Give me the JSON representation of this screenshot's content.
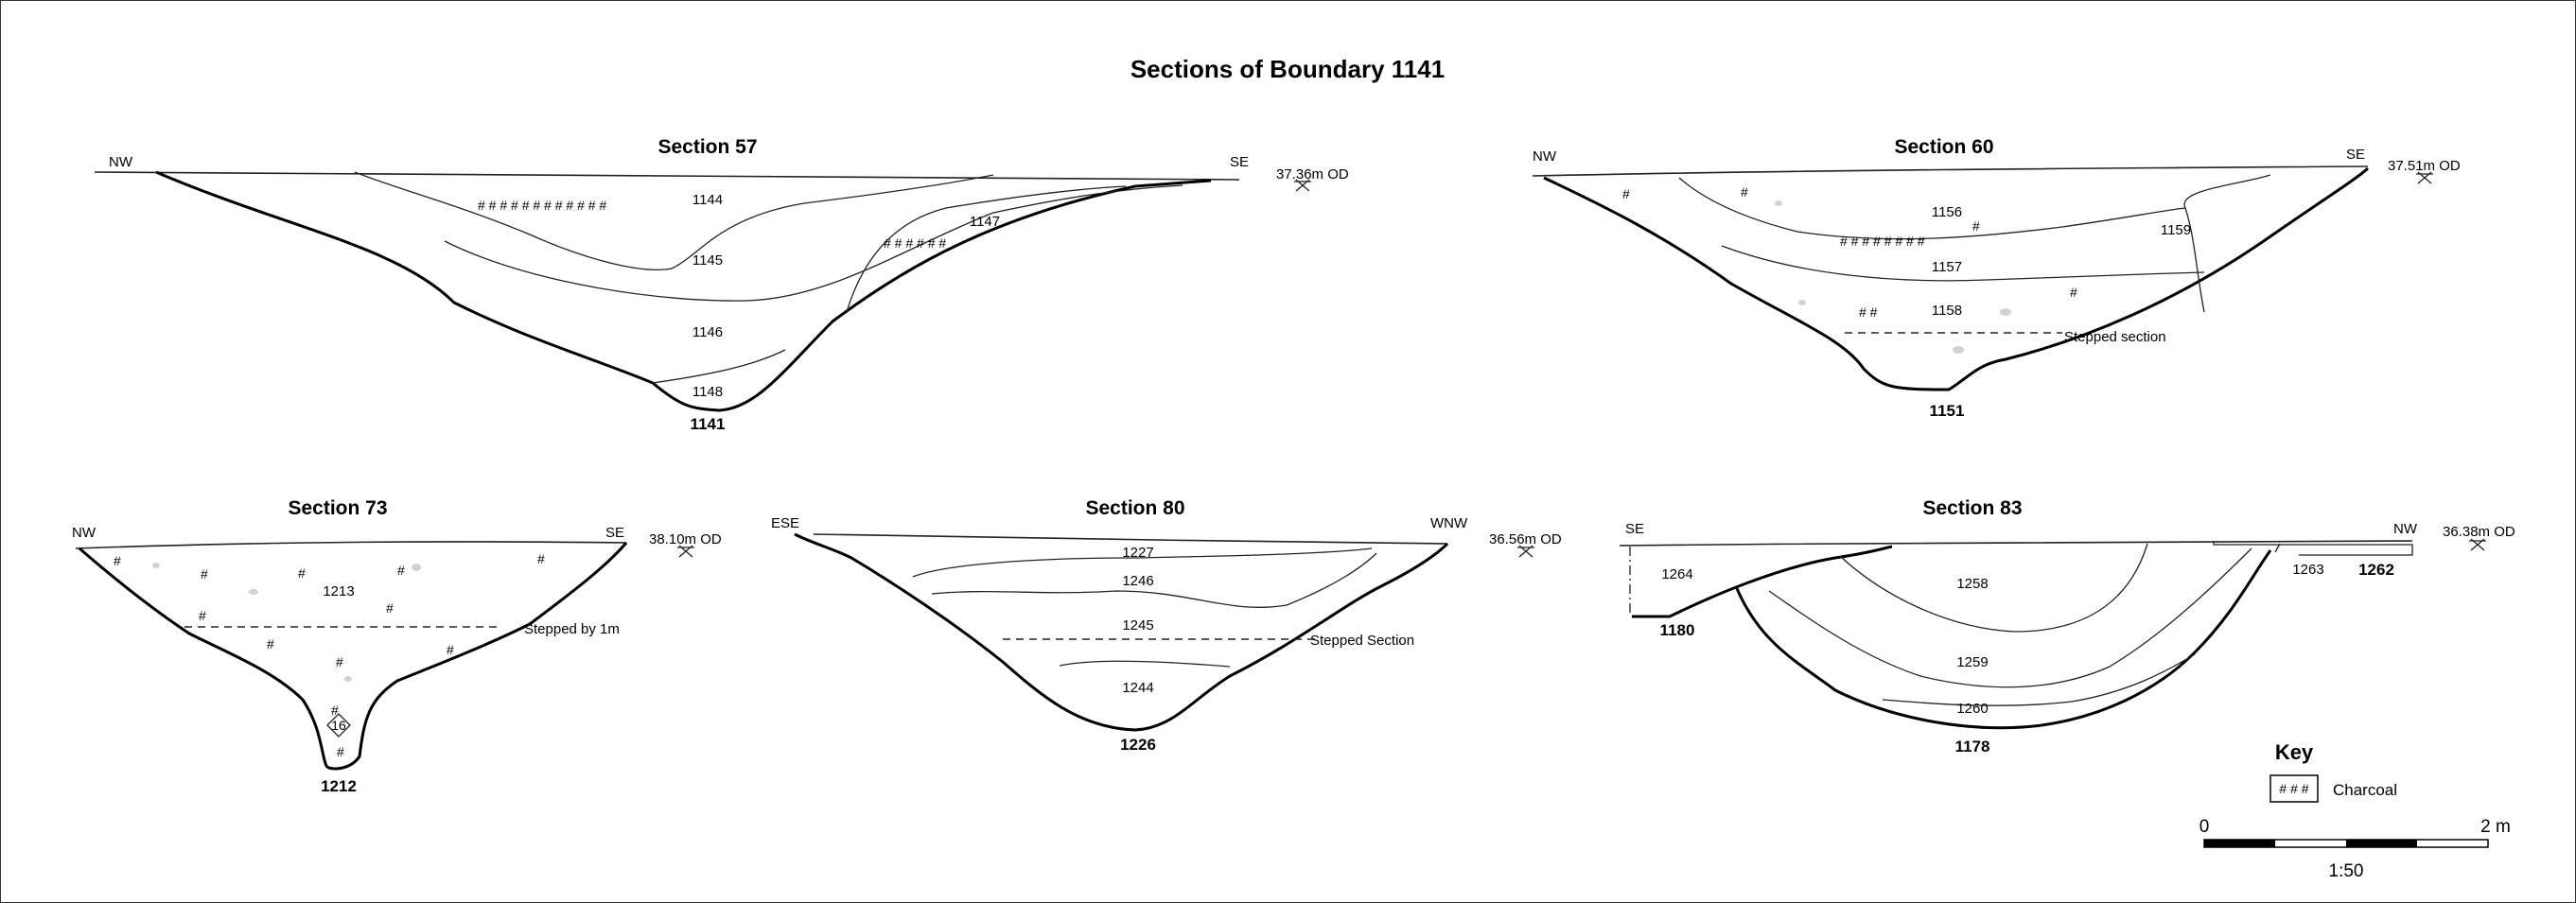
{
  "title": "Sections of Boundary 1141",
  "sections": {
    "s57": {
      "title": "Section 57",
      "left": "NW",
      "right": "SE",
      "od": "37.36m OD",
      "contexts": [
        "1144",
        "1145",
        "1146",
        "1147",
        "1148"
      ],
      "cut": "1141"
    },
    "s60": {
      "title": "Section 60",
      "left": "NW",
      "right": "SE",
      "od": "37.51m OD",
      "contexts": [
        "1156",
        "1157",
        "1158",
        "1159"
      ],
      "cut": "1151",
      "note": "Stepped section"
    },
    "s73": {
      "title": "Section 73",
      "left": "NW",
      "right": "SE",
      "od": "38.10m OD",
      "contexts": [
        "1213"
      ],
      "sample": "16",
      "cut": "1212",
      "note": "Stepped by 1m"
    },
    "s80": {
      "title": "Section 80",
      "left": "ESE",
      "right": "WNW",
      "od": "36.56m OD",
      "contexts": [
        "1227",
        "1246",
        "1245",
        "1244"
      ],
      "cut": "1226",
      "note": "Stepped Section"
    },
    "s83": {
      "title": "Section 83",
      "left": "SE",
      "right": "NW",
      "od": "36.38m OD",
      "contexts": [
        "1264",
        "1258",
        "1259",
        "1260",
        "1263"
      ],
      "cuts": [
        "1180",
        "1178",
        "1262"
      ]
    }
  },
  "key": {
    "title": "Key",
    "charcoal_label": "Charcoal",
    "charcoal_symbol": "# # #"
  },
  "scale": {
    "start": "0",
    "end": "2 m",
    "ratio": "1:50"
  }
}
